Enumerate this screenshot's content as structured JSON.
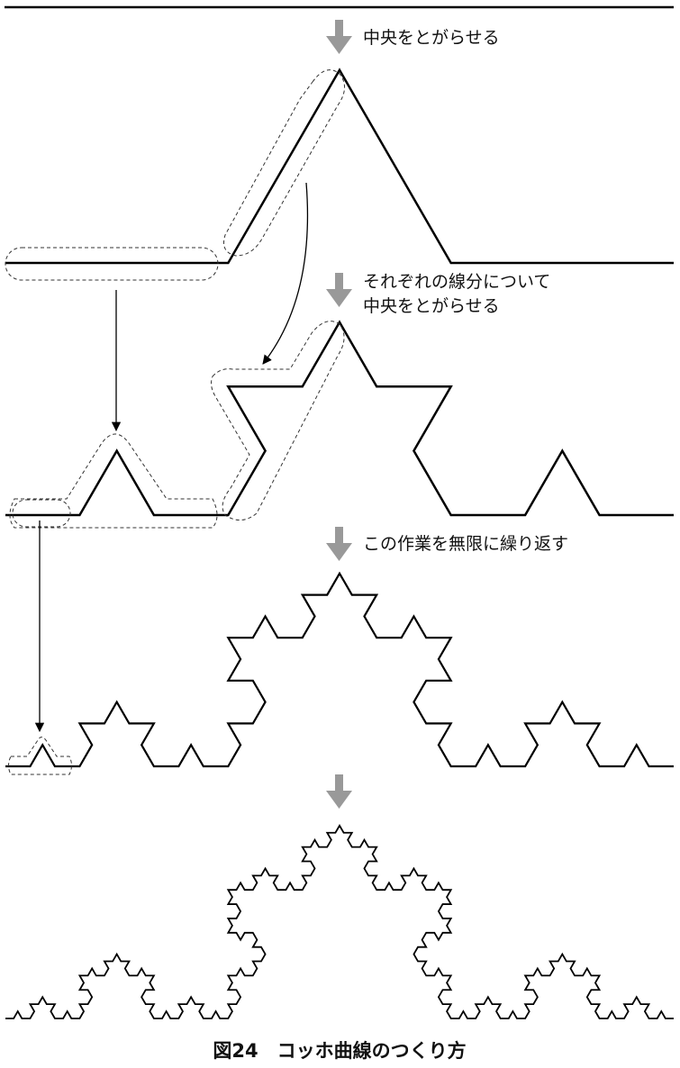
{
  "annotations": {
    "step1": "中央をとがらせる",
    "step2_line1": "それぞれの線分について",
    "step2_line2": "中央をとがらせる",
    "step3": "この作業を無限に繰り返す"
  },
  "caption": "図24　コッホ曲線のつくり方",
  "colors": {
    "curve": "#000000",
    "arrow": "#999999",
    "dashed": "#333333"
  },
  "diagram": {
    "type": "koch-curve-construction",
    "stages": [
      {
        "name": "iteration-1",
        "iterations": 1
      },
      {
        "name": "iteration-2",
        "iterations": 2
      },
      {
        "name": "iteration-3",
        "iterations": 3
      },
      {
        "name": "iteration-4",
        "iterations": 4
      }
    ]
  }
}
